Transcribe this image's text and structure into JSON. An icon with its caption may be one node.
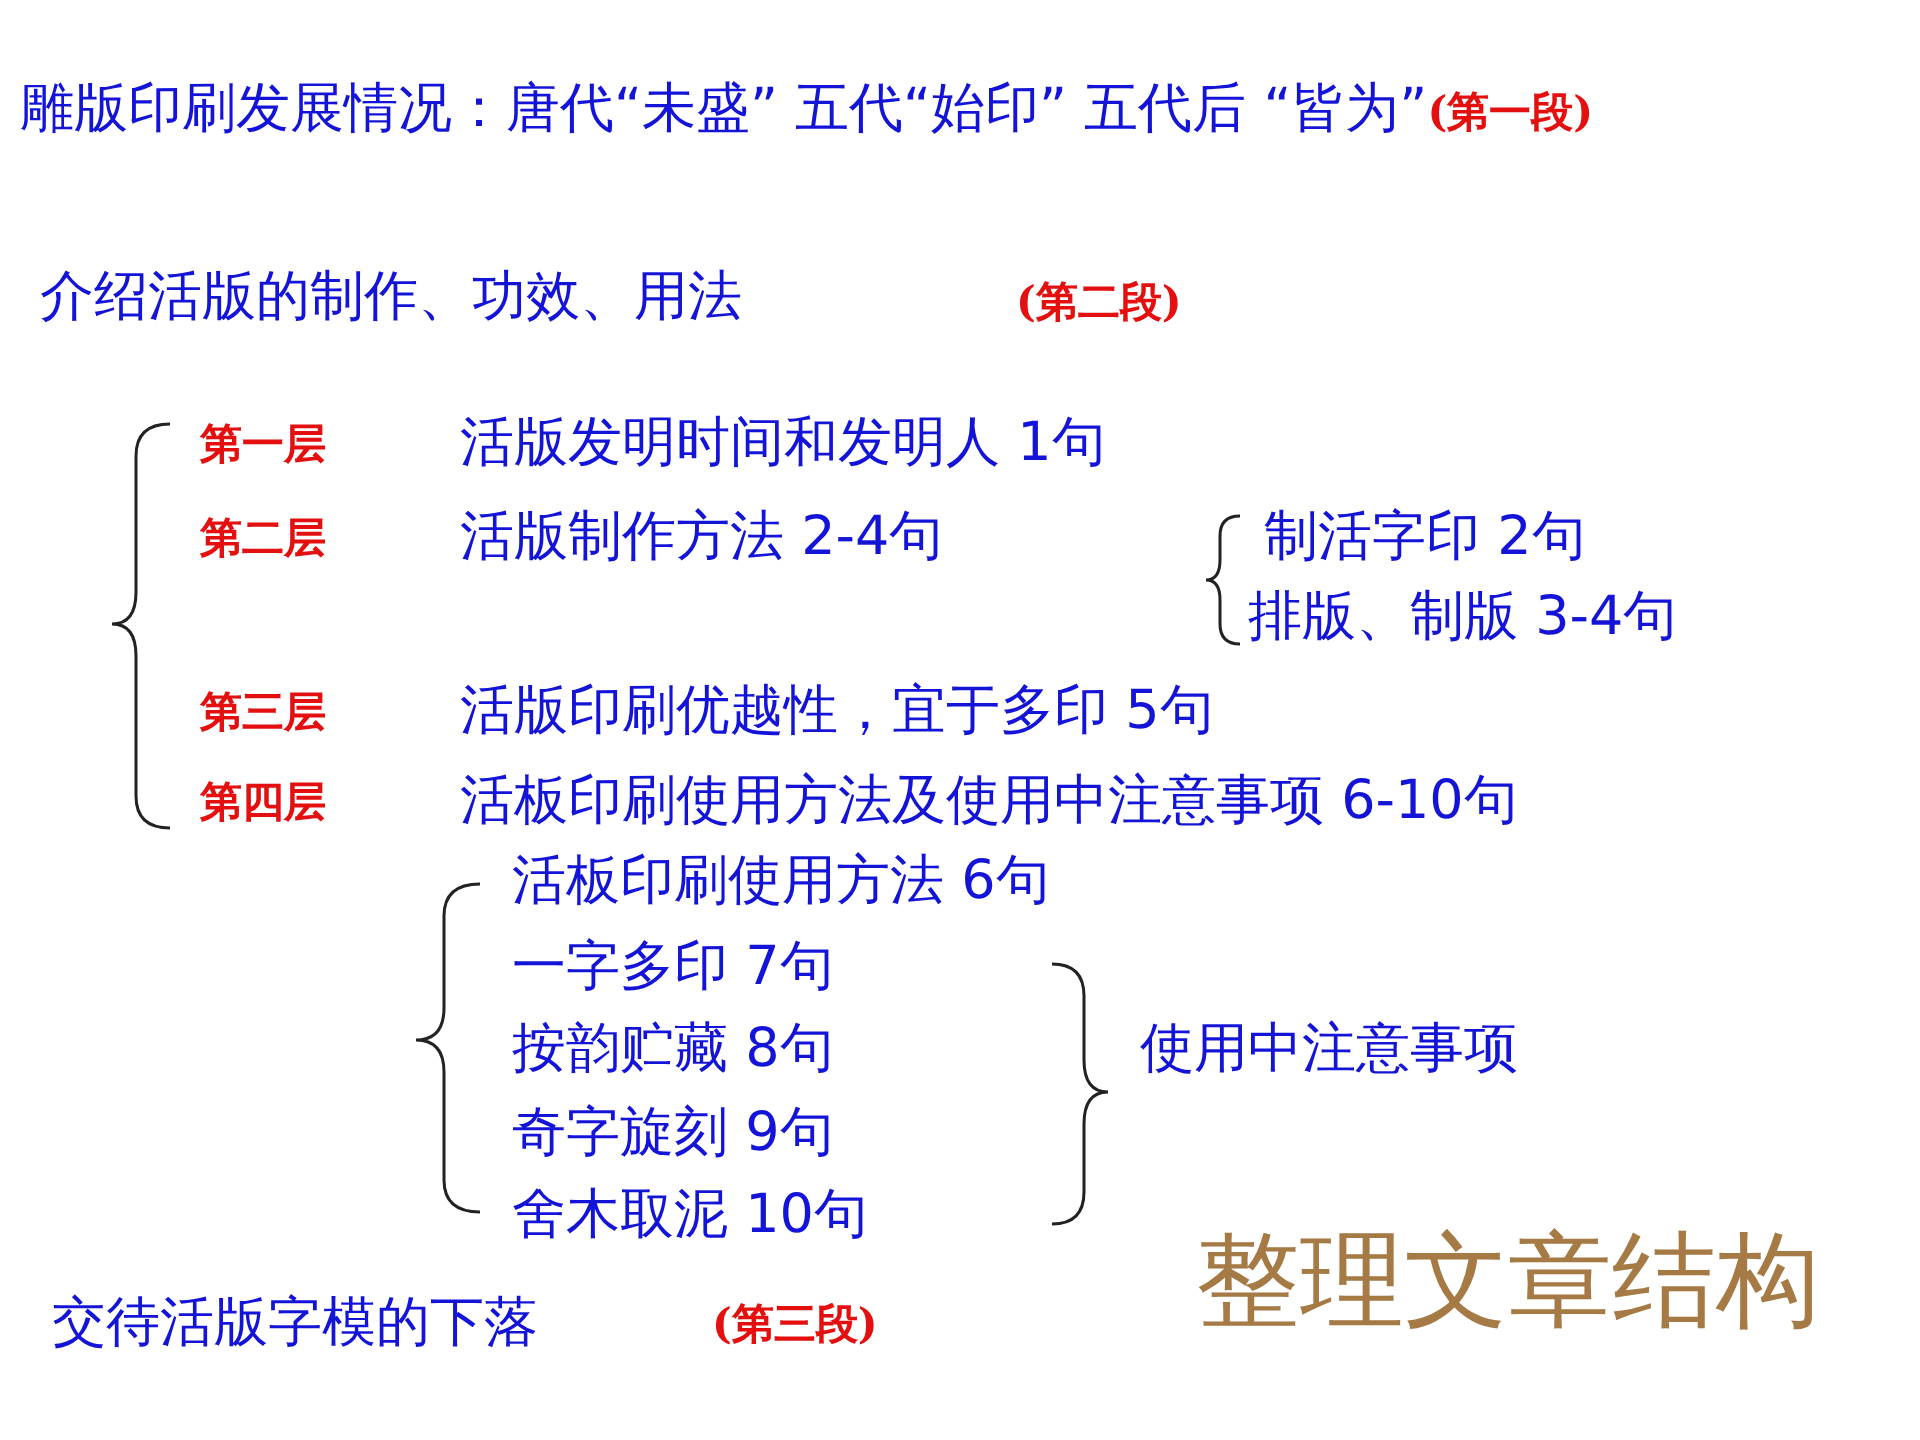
{
  "diagram": {
    "title": "整理文章结构",
    "labels": [
      "雕版印刷发展情况：唐代“未盛” 五代“始印” 五代后 “皆为”",
      "(第一段)",
      "介绍活版的制作、功效、用法",
      "(第二段)",
      "第一层",
      "活版发明时间和发明人 1句",
      "第二层",
      "活版制作方法 2-4句",
      "制活字印 2句",
      "排版、制版 3-4句",
      "第三层",
      "活版印刷优越性，宜于多印 5句",
      "第四层",
      "活板印刷使用方法及使用中注意事项 6-10句",
      "活板印刷使用方法 6句",
      "一字多印 7句",
      "按韵贮藏 8句",
      "使用中注意事项",
      "奇字旋刻 9句",
      "舍木取泥 10句",
      "交待活版字模的下落",
      "(第三段)"
    ]
  }
}
